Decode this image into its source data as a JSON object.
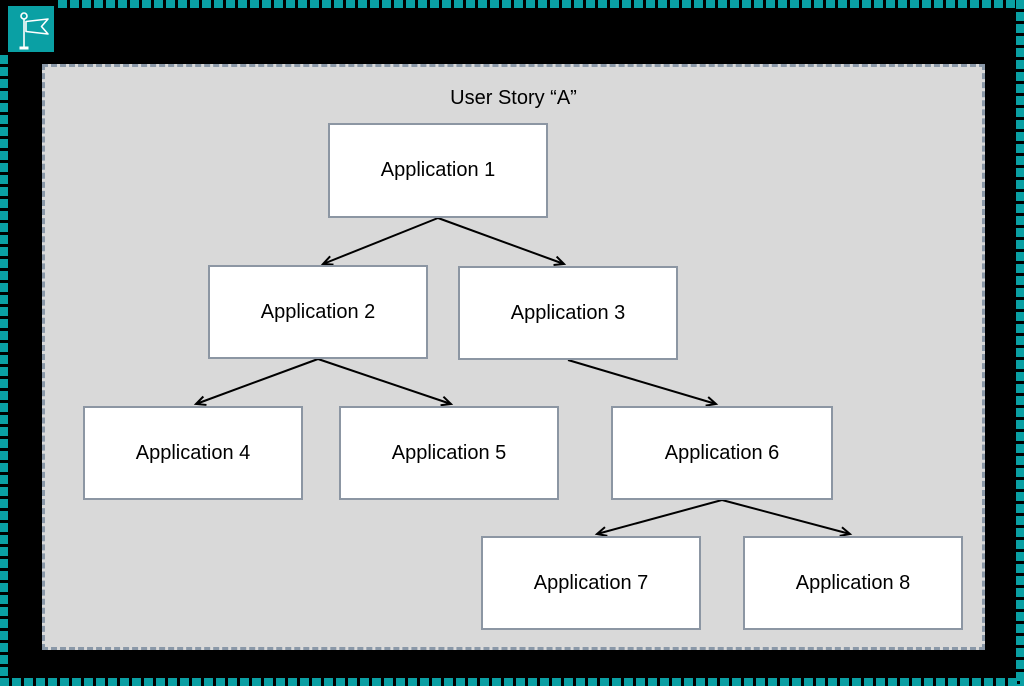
{
  "colors": {
    "frame_teal": "#0aa0a4",
    "group_fill": "#d9d9d9",
    "group_border": "#8a98a8",
    "node_fill": "#ffffff",
    "node_border": "#8c96a3",
    "arrow": "#000000"
  },
  "frame": {
    "badge_icon": "flag-icon"
  },
  "diagram": {
    "title": "User Story “A”",
    "nodes": [
      {
        "id": "app1",
        "label": "Application 1"
      },
      {
        "id": "app2",
        "label": "Application 2"
      },
      {
        "id": "app3",
        "label": "Application 3"
      },
      {
        "id": "app4",
        "label": "Application 4"
      },
      {
        "id": "app5",
        "label": "Application 5"
      },
      {
        "id": "app6",
        "label": "Application 6"
      },
      {
        "id": "app7",
        "label": "Application 7"
      },
      {
        "id": "app8",
        "label": "Application 8"
      }
    ],
    "edges": [
      {
        "from": "app1",
        "to": "app2"
      },
      {
        "from": "app1",
        "to": "app3"
      },
      {
        "from": "app2",
        "to": "app4"
      },
      {
        "from": "app2",
        "to": "app5"
      },
      {
        "from": "app3",
        "to": "app6"
      },
      {
        "from": "app6",
        "to": "app7"
      },
      {
        "from": "app6",
        "to": "app8"
      }
    ]
  }
}
